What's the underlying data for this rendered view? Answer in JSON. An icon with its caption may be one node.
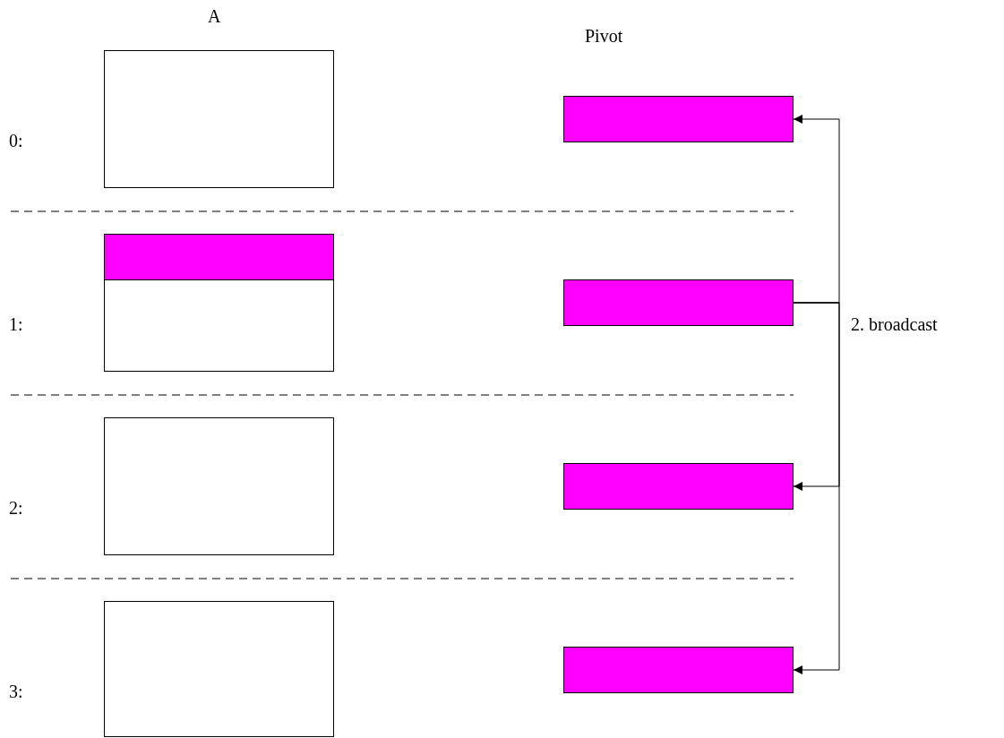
{
  "diagram": {
    "nodes": [
      {
        "text": [],
        "shape": "box"
      },
      {
        "text": [],
        "shape": "box"
      },
      {
        "text": [],
        "shape": "bar",
        "in": 1
      },
      {
        "text": [],
        "shape": "box"
      },
      {
        "text": [],
        "shape": "box"
      },
      {
        "text": [],
        "shape": "bar"
      },
      {
        "text": [],
        "shape": "bar"
      },
      {
        "text": [],
        "shape": "bar"
      },
      {
        "text": [],
        "shape": "bar"
      }
    ],
    "edges": [
      {
        "from": 6,
        "to": 5,
        "arrow": "to"
      },
      {
        "from": 6,
        "to": 7,
        "arrow": "to"
      },
      {
        "from": 6,
        "to": 8,
        "arrow": "to"
      }
    ],
    "labels": [
      "A",
      "Pivot",
      "0:",
      "1:",
      "2. broadcast",
      "2:",
      "3:"
    ]
  }
}
